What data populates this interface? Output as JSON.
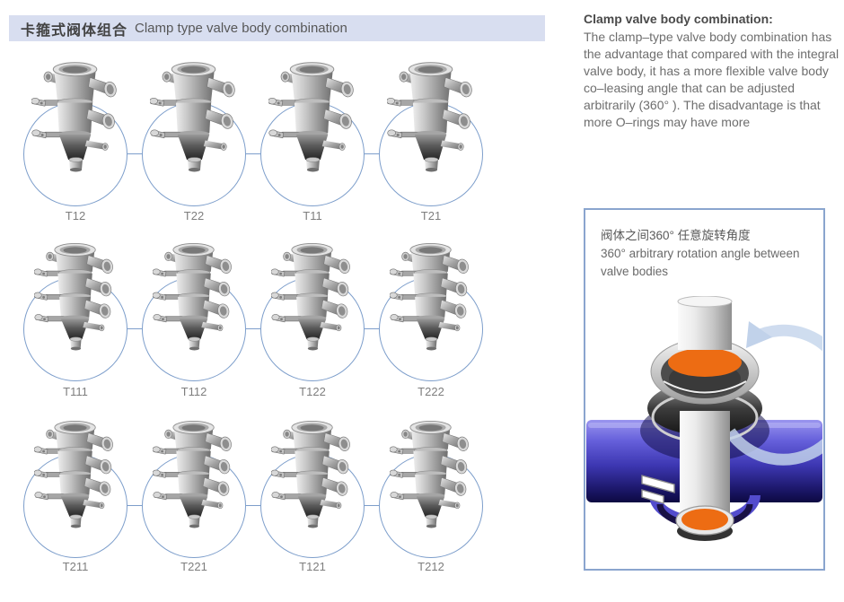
{
  "header": {
    "title_zh": "卡箍式阀体组合",
    "title_en": "Clamp type valve body combination"
  },
  "grid": {
    "rows": [
      {
        "stack": 2,
        "cells": [
          {
            "label": "T12"
          },
          {
            "label": "T22"
          },
          {
            "label": "T11"
          },
          {
            "label": "T21"
          }
        ]
      },
      {
        "stack": 3,
        "cells": [
          {
            "label": "T111"
          },
          {
            "label": "T112"
          },
          {
            "label": "T122"
          },
          {
            "label": "T222"
          }
        ]
      },
      {
        "stack": 3,
        "cells": [
          {
            "label": "T211"
          },
          {
            "label": "T221"
          },
          {
            "label": "T121"
          },
          {
            "label": "T212"
          }
        ]
      }
    ]
  },
  "side_panel": {
    "heading": "Clamp valve body combination:",
    "paragraph": "The clamp–type valve body combination has the advantage that compared with the integral valve body, it has a more flexible valve body co–leasing angle that can be adjusted arbitrarily (360° ). The disadvantage is that more O–rings may have more",
    "info_box": {
      "caption_zh": "阀体之间360°  任意旋转角度",
      "caption_en": "360°  arbitrary rotation angle between valve bodies"
    }
  },
  "colors": {
    "header_bg": "#d8def0",
    "circle_stroke": "#7d9ecb",
    "label_gray": "#7e7e7e",
    "pipe_blue": "#4640c0",
    "port_orange": "#ed6c13",
    "rotation_arrow_blue": "#c5d5ec"
  }
}
